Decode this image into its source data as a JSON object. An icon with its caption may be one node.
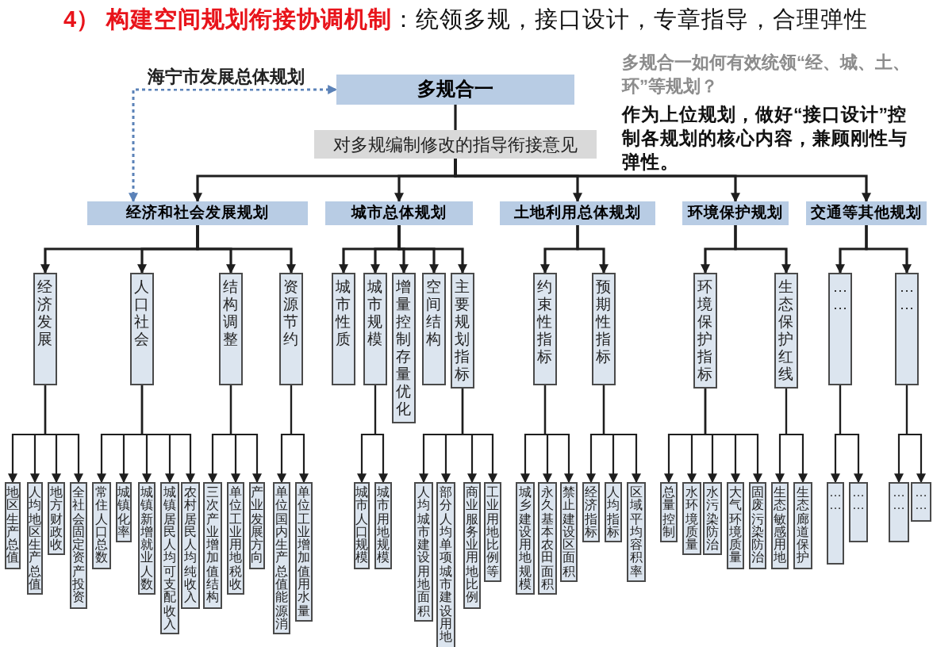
{
  "diagram": {
    "title": "**4） 构建空间规划衔接协调机制**：统领多规，接口设计，专章指导，合理弹性",
    "nodes": [
      {
        "text": [
          "多规合一"
        ]
      },
      {
        "text": [
          "对多规编制修改的指导衔接意见"
        ]
      },
      {
        "text": [
          "经济和社会发展规划"
        ]
      },
      {
        "text": [
          "城市总体规划"
        ]
      },
      {
        "text": [
          "土地利用总体规划"
        ]
      },
      {
        "text": [
          "环境保护规划"
        ]
      },
      {
        "text": [
          "交通等其他规划"
        ]
      },
      {
        "text": [
          "经济发展"
        ]
      },
      {
        "text": [
          "人口社会"
        ]
      },
      {
        "text": [
          "结构调整"
        ]
      },
      {
        "text": [
          "资源节约"
        ]
      },
      {
        "text": [
          "城市性质"
        ]
      },
      {
        "text": [
          "城市规模"
        ]
      },
      {
        "text": [
          "增量控制存量优化"
        ]
      },
      {
        "text": [
          "空间结构"
        ]
      },
      {
        "text": [
          "主要规划指标"
        ]
      },
      {
        "text": [
          "约束性指标"
        ]
      },
      {
        "text": [
          "预期性指标"
        ]
      },
      {
        "text": [
          "环境保护指标"
        ]
      },
      {
        "text": [
          "生态保护红线"
        ]
      },
      {
        "text": [
          "……"
        ]
      },
      {
        "text": [
          "……"
        ]
      },
      {
        "text": [
          "地区生产总值"
        ]
      },
      {
        "text": [
          "人均地区生产总值"
        ]
      },
      {
        "text": [
          "地方财政收"
        ]
      },
      {
        "text": [
          "全社会固定资产投资"
        ]
      },
      {
        "text": [
          "常住人口总数"
        ]
      },
      {
        "text": [
          "城镇化率"
        ]
      },
      {
        "text": [
          "城镇新增就业人数"
        ]
      },
      {
        "text": [
          "城镇居民人均可支配收入"
        ]
      },
      {
        "text": [
          "农村居民人均纯收入"
        ]
      },
      {
        "text": [
          "三次产业增加值结构"
        ]
      },
      {
        "text": [
          "单位工业用地税收"
        ]
      },
      {
        "text": [
          "产业发展方向"
        ]
      },
      {
        "text": [
          "单位国内生产总值能源消"
        ]
      },
      {
        "text": [
          "单位工业增加值用水量"
        ]
      },
      {
        "text": [
          "城市人口规模"
        ]
      },
      {
        "text": [
          "城市用地规模"
        ]
      },
      {
        "text": [
          "人均城市建设用地面积"
        ]
      },
      {
        "text": [
          "部分人均单项城市建设用地"
        ]
      },
      {
        "text": [
          "商业服务业用地比例"
        ]
      },
      {
        "text": [
          "工业用地比例等"
        ]
      },
      {
        "text": [
          "城乡建设用地规模"
        ]
      },
      {
        "text": [
          "永久基本农田面积"
        ]
      },
      {
        "text": [
          "禁止建设区面积"
        ]
      },
      {
        "text": [
          "经济指标"
        ]
      },
      {
        "text": [
          "人均指标"
        ]
      },
      {
        "text": [
          "区域平均容积率"
        ]
      },
      {
        "text": [
          "总量控制"
        ]
      },
      {
        "text": [
          "水环境质量"
        ]
      },
      {
        "text": [
          "水污染防治"
        ]
      },
      {
        "text": [
          "大气环境质量"
        ]
      },
      {
        "text": [
          "固废污染防治"
        ]
      },
      {
        "text": [
          "生态敏感用地"
        ]
      },
      {
        "text": [
          "生态廊道保护"
        ]
      },
      {
        "text": [
          "……"
        ]
      },
      {
        "text": [
          "……"
        ]
      },
      {
        "text": [
          "……"
        ]
      },
      {
        "text": [
          "……"
        ]
      }
    ],
    "edges": [
      {
        "from": 0,
        "to": 1,
        "arrow": "none"
      },
      {
        "from": 1,
        "to": 2,
        "arrow": "to"
      },
      {
        "from": 1,
        "to": 3,
        "arrow": "to"
      },
      {
        "from": 1,
        "to": 4,
        "arrow": "to"
      },
      {
        "from": 1,
        "to": 5,
        "arrow": "to"
      },
      {
        "from": 1,
        "to": 6,
        "arrow": "to"
      },
      {
        "from": 2,
        "to": 0,
        "arrow": "both",
        "label": "海宁市发展总体规划",
        "style": "dashed",
        "color": "#5b82b8"
      },
      {
        "from": 2,
        "to": 7,
        "arrow": "to"
      },
      {
        "from": 2,
        "to": 8,
        "arrow": "to"
      },
      {
        "from": 2,
        "to": 9,
        "arrow": "to"
      },
      {
        "from": 2,
        "to": 10,
        "arrow": "to"
      },
      {
        "from": 3,
        "to": 11,
        "arrow": "to"
      },
      {
        "from": 3,
        "to": 12,
        "arrow": "to"
      },
      {
        "from": 3,
        "to": 13,
        "arrow": "to"
      },
      {
        "from": 3,
        "to": 14,
        "arrow": "to"
      },
      {
        "from": 3,
        "to": 15,
        "arrow": "to"
      },
      {
        "from": 4,
        "to": 16,
        "arrow": "to"
      },
      {
        "from": 4,
        "to": 17,
        "arrow": "to"
      },
      {
        "from": 5,
        "to": 18,
        "arrow": "to"
      },
      {
        "from": 5,
        "to": 19,
        "arrow": "to"
      },
      {
        "from": 6,
        "to": 20,
        "arrow": "to"
      },
      {
        "from": 6,
        "to": 21,
        "arrow": "to"
      },
      {
        "from": 7,
        "to": 22,
        "arrow": "to"
      },
      {
        "from": 7,
        "to": 23,
        "arrow": "to"
      },
      {
        "from": 7,
        "to": 24,
        "arrow": "to"
      },
      {
        "from": 7,
        "to": 25,
        "arrow": "to"
      },
      {
        "from": 8,
        "to": 26,
        "arrow": "to"
      },
      {
        "from": 8,
        "to": 27,
        "arrow": "to"
      },
      {
        "from": 8,
        "to": 28,
        "arrow": "to"
      },
      {
        "from": 8,
        "to": 29,
        "arrow": "to"
      },
      {
        "from": 8,
        "to": 30,
        "arrow": "to"
      },
      {
        "from": 9,
        "to": 31,
        "arrow": "to"
      },
      {
        "from": 9,
        "to": 32,
        "arrow": "to"
      },
      {
        "from": 9,
        "to": 33,
        "arrow": "to"
      },
      {
        "from": 10,
        "to": 34,
        "arrow": "to"
      },
      {
        "from": 10,
        "to": 35,
        "arrow": "to"
      },
      {
        "from": 12,
        "to": 36,
        "arrow": "to"
      },
      {
        "from": 12,
        "to": 37,
        "arrow": "to"
      },
      {
        "from": 15,
        "to": 38,
        "arrow": "to"
      },
      {
        "from": 15,
        "to": 39,
        "arrow": "to"
      },
      {
        "from": 15,
        "to": 40,
        "arrow": "to"
      },
      {
        "from": 15,
        "to": 41,
        "arrow": "to"
      },
      {
        "from": 16,
        "to": 42,
        "arrow": "to"
      },
      {
        "from": 16,
        "to": 43,
        "arrow": "to"
      },
      {
        "from": 16,
        "to": 44,
        "arrow": "to"
      },
      {
        "from": 17,
        "to": 45,
        "arrow": "to"
      },
      {
        "from": 17,
        "to": 46,
        "arrow": "to"
      },
      {
        "from": 17,
        "to": 47,
        "arrow": "to"
      },
      {
        "from": 18,
        "to": 48,
        "arrow": "to"
      },
      {
        "from": 18,
        "to": 49,
        "arrow": "to"
      },
      {
        "from": 18,
        "to": 50,
        "arrow": "to"
      },
      {
        "from": 18,
        "to": 51,
        "arrow": "to"
      },
      {
        "from": 18,
        "to": 52,
        "arrow": "to"
      },
      {
        "from": 19,
        "to": 53,
        "arrow": "to"
      },
      {
        "from": 19,
        "to": 54,
        "arrow": "to"
      },
      {
        "from": 20,
        "to": 55,
        "arrow": "to"
      },
      {
        "from": 20,
        "to": 56,
        "arrow": "to"
      },
      {
        "from": 21,
        "to": 57,
        "arrow": "to"
      },
      {
        "from": 21,
        "to": 58,
        "arrow": "to"
      }
    ],
    "labels": [
      "多规合一如何有效统领“经、城、土、环”等规划？",
      "作为上位规划，做好“接口设计”控制各规划的核心内容，兼顾刚性与弹性。"
    ]
  }
}
